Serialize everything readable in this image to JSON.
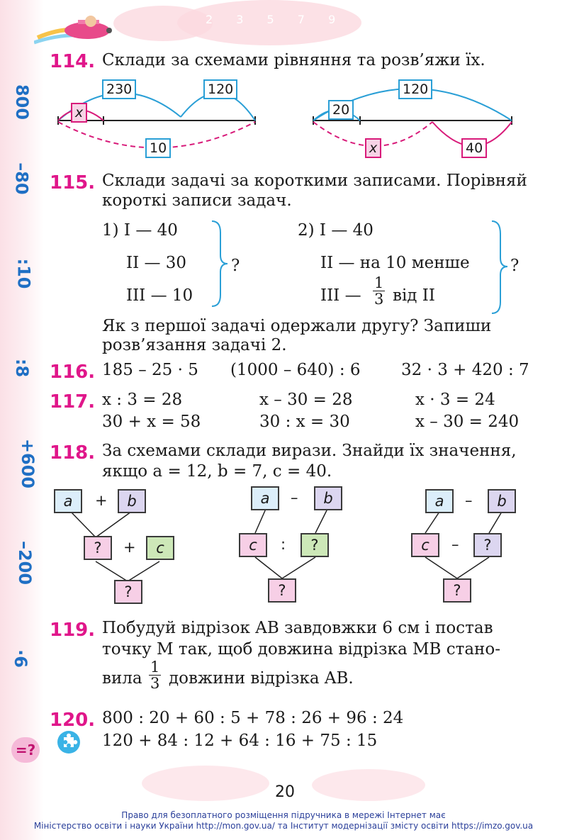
{
  "page_number": "20",
  "sidebar_numbers": [
    "800",
    "–80",
    ":10",
    ":8",
    "+600",
    "–200",
    "·6",
    "=?"
  ],
  "header_digits": "2 3 5 7 9",
  "p114": {
    "num": "114.",
    "text": "Склади за схемами рівняння та розв’яжи їх.",
    "left": {
      "top1": "230",
      "top2": "120",
      "x": "x",
      "bottom": "10"
    },
    "right": {
      "top": "120",
      "small": "20",
      "x": "x",
      "bottom": "40"
    }
  },
  "p115": {
    "num": "115.",
    "line1": "Склади задачі за короткими записами. Порівняй",
    "line2": "короткі записи задач.",
    "t1": {
      "l1": "1) I — 40",
      "l2": "II — 30",
      "l3": "III — 10",
      "q": "?"
    },
    "t2": {
      "l1": "2) I — 40",
      "l2": "II — на 10 менше",
      "l3a": "III —",
      "frac_num": "1",
      "frac_den": "3",
      "l3b": "від II",
      "q": "?"
    },
    "after1": "Як з першої задачі одержали другу? Запиши",
    "after2": "розв’язання задачі 2."
  },
  "p116": {
    "num": "116.",
    "e1": "185 – 25 · 5",
    "e2": "(1000 – 640) : 6",
    "e3": "32 · 3 + 420 : 7"
  },
  "p117": {
    "num": "117.",
    "r1": [
      "x : 3 = 28",
      "x – 30 = 28",
      "x · 3 = 24"
    ],
    "r2": [
      "30 + x = 58",
      "30 : x = 30",
      "x – 30 = 240"
    ]
  },
  "p118": {
    "num": "118.",
    "line1": "За схемами склади вирази. Знайди їх значення,",
    "line2": "якщо a = 12, b = 7, c = 40.",
    "tree1": {
      "a": "a",
      "op1": "+",
      "b": "b",
      "q1": "?",
      "op2": "+",
      "c": "c",
      "q2": "?"
    },
    "tree2": {
      "a": "a",
      "op1": "–",
      "b": "b",
      "c": "c",
      "op2": ":",
      "q1": "?",
      "q2": "?"
    },
    "tree3": {
      "a": "a",
      "op1": "–",
      "b": "b",
      "c": "c",
      "op2": "–",
      "q1": "?",
      "q2": "?"
    }
  },
  "p119": {
    "num": "119.",
    "line1": "Побудуй відрізок AB завдовжки 6 см і постав",
    "line2": "точку M так, щоб довжина відрізка MB стано-",
    "line3a": "вила",
    "frac_num": "1",
    "frac_den": "3",
    "line3b": "довжини відрізка AB."
  },
  "p120": {
    "num": "120.",
    "l1": "800 : 20 + 60 : 5 + 78 : 26 + 96 : 24",
    "l2": "120 + 84 : 12 + 64 : 16 + 75 : 15"
  },
  "footer": {
    "line1": "Право для безоплатного розміщення підручника в мережі Інтернет має",
    "line2": "Міністерство освіти і науки України http://mon.gov.ua/ та Інститут модернізації змісту освіти https://imzo.gov.ua"
  },
  "colors": {
    "accent": "#e0168a",
    "blue": "#1f6fc4",
    "label_border": "#2a9fd6",
    "pink_dash": "#d81b7a"
  }
}
